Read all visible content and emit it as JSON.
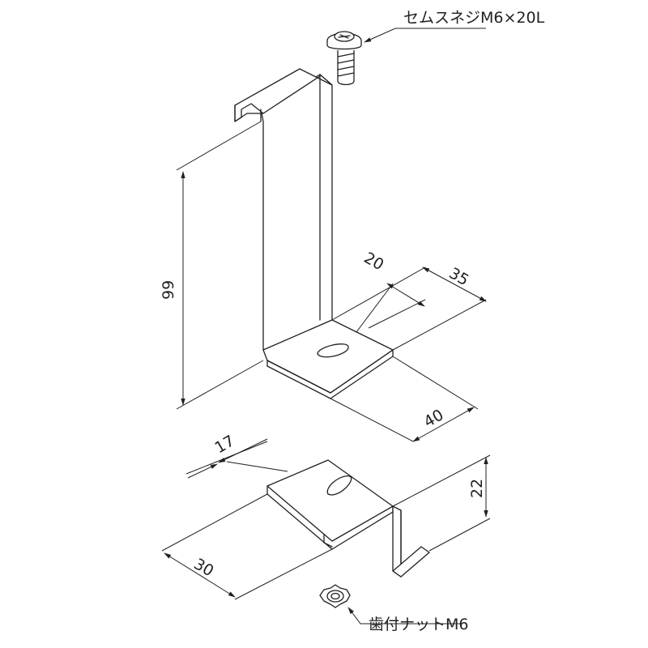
{
  "labels": {
    "screw": "セムスネジM6×20L",
    "nut": "歯付ナットM6"
  },
  "dimensions": {
    "height": "99",
    "slot_offset": "20",
    "depth": "35",
    "width_top": "40",
    "small_width": "17",
    "small_length": "30",
    "small_height": "22"
  }
}
